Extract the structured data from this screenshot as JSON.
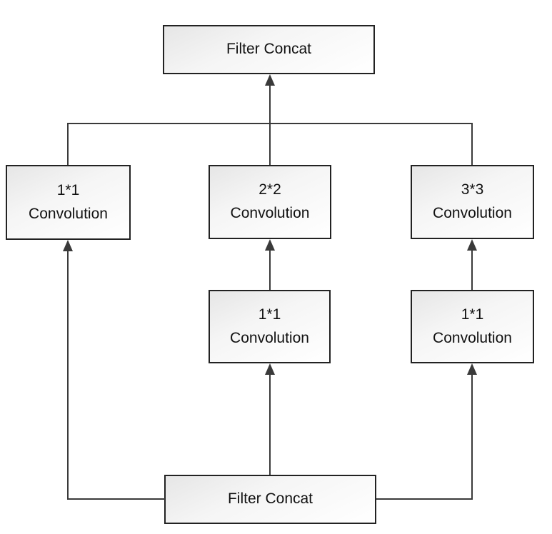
{
  "diagram": {
    "type": "flowchart",
    "nodes": {
      "filter_concat_top": {
        "label": "Filter Concat"
      },
      "conv_1x1_left": {
        "size": "1*1",
        "kind": "Convolution"
      },
      "conv_2x2": {
        "size": "2*2",
        "kind": "Convolution"
      },
      "conv_3x3": {
        "size": "3*3",
        "kind": "Convolution"
      },
      "conv_1x1_mid": {
        "size": "1*1",
        "kind": "Convolution"
      },
      "conv_1x1_right": {
        "size": "1*1",
        "kind": "Convolution"
      },
      "filter_concat_bottom": {
        "label": "Filter Concat"
      }
    },
    "edges": [
      {
        "from": "filter_concat_bottom",
        "to": "conv_1x1_left"
      },
      {
        "from": "filter_concat_bottom",
        "to": "conv_1x1_mid"
      },
      {
        "from": "filter_concat_bottom",
        "to": "conv_1x1_right"
      },
      {
        "from": "conv_1x1_mid",
        "to": "conv_2x2"
      },
      {
        "from": "conv_1x1_right",
        "to": "conv_3x3"
      },
      {
        "from": "conv_1x1_left",
        "to": "filter_concat_top"
      },
      {
        "from": "conv_2x2",
        "to": "filter_concat_top"
      },
      {
        "from": "conv_3x3",
        "to": "filter_concat_top"
      }
    ],
    "colors": {
      "box_border": "#222222",
      "line": "#3a3a3a",
      "box_fill_top": "#e6e6e6",
      "box_fill_bottom": "#ffffff",
      "text": "#111111",
      "background": "#ffffff"
    }
  }
}
